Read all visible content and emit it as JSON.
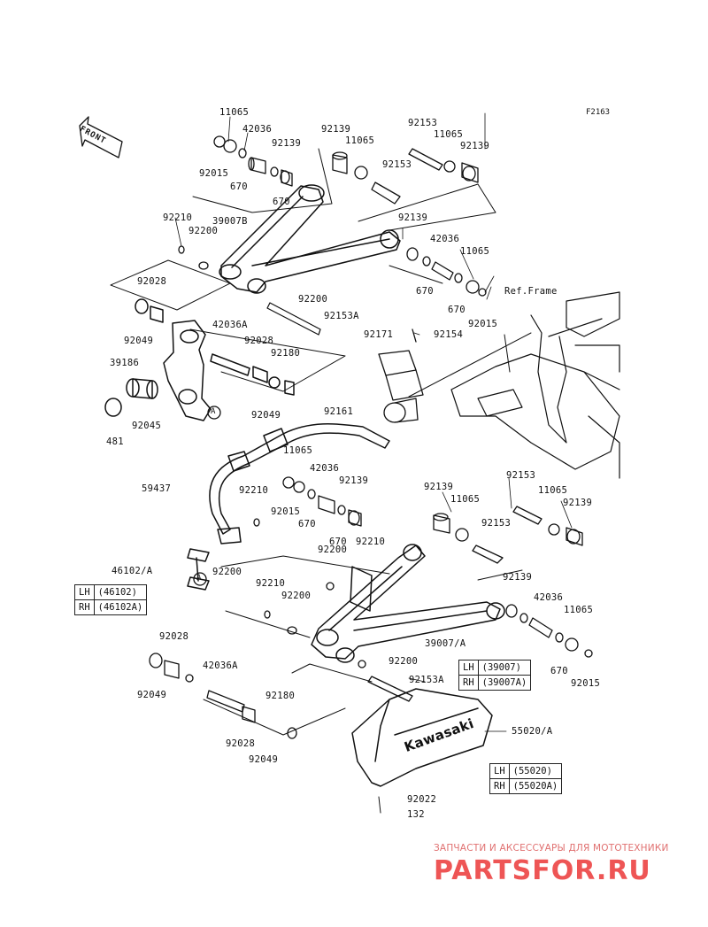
{
  "figure_code": "F2163",
  "front_label": "FRONT",
  "frame_ref": "Ref.Frame",
  "brand": "Kawasaki",
  "labels": [
    {
      "id": "l1",
      "text": "11065"
    },
    {
      "id": "l2",
      "text": "42036"
    },
    {
      "id": "l3",
      "text": "92139"
    },
    {
      "id": "l4",
      "text": "92139"
    },
    {
      "id": "l5",
      "text": "11065"
    },
    {
      "id": "l6",
      "text": "92153"
    },
    {
      "id": "l7",
      "text": "11065"
    },
    {
      "id": "l8",
      "text": "92139"
    },
    {
      "id": "l9",
      "text": "92153"
    },
    {
      "id": "l10",
      "text": "92015"
    },
    {
      "id": "l11",
      "text": "670"
    },
    {
      "id": "l12",
      "text": "670"
    },
    {
      "id": "l13",
      "text": "92210"
    },
    {
      "id": "l14",
      "text": "39007B"
    },
    {
      "id": "l15",
      "text": "92139"
    },
    {
      "id": "l16",
      "text": "92200"
    },
    {
      "id": "l17",
      "text": "42036"
    },
    {
      "id": "l18",
      "text": "11065"
    },
    {
      "id": "l19",
      "text": "92028"
    },
    {
      "id": "l20",
      "text": "92200"
    },
    {
      "id": "l21",
      "text": "670"
    },
    {
      "id": "l22",
      "text": "670"
    },
    {
      "id": "l23",
      "text": "92015"
    },
    {
      "id": "l24",
      "text": "92153A"
    },
    {
      "id": "l25",
      "text": "42036A"
    },
    {
      "id": "l26",
      "text": "92049"
    },
    {
      "id": "l27",
      "text": "92028"
    },
    {
      "id": "l28",
      "text": "92180"
    },
    {
      "id": "l29",
      "text": "92171"
    },
    {
      "id": "l30",
      "text": "92154"
    },
    {
      "id": "l31",
      "text": "39186"
    },
    {
      "id": "l32",
      "text": "92049"
    },
    {
      "id": "l33",
      "text": "92045"
    },
    {
      "id": "l34",
      "text": "481"
    },
    {
      "id": "l35",
      "text": "92161"
    },
    {
      "id": "l36",
      "text": "11065"
    },
    {
      "id": "l37",
      "text": "42036"
    },
    {
      "id": "l38",
      "text": "92139"
    },
    {
      "id": "l39",
      "text": "59437"
    },
    {
      "id": "l40",
      "text": "92210"
    },
    {
      "id": "l41",
      "text": "92015"
    },
    {
      "id": "l42",
      "text": "670"
    },
    {
      "id": "l43",
      "text": "92139"
    },
    {
      "id": "l44",
      "text": "11065"
    },
    {
      "id": "l45",
      "text": "92153"
    },
    {
      "id": "l46",
      "text": "11065"
    },
    {
      "id": "l47",
      "text": "92139"
    },
    {
      "id": "l48",
      "text": "670"
    },
    {
      "id": "l49",
      "text": "92210"
    },
    {
      "id": "l50",
      "text": "92153"
    },
    {
      "id": "l51",
      "text": "46102/A"
    },
    {
      "id": "l52",
      "text": "92200"
    },
    {
      "id": "l53",
      "text": "92200"
    },
    {
      "id": "l54",
      "text": "92139"
    },
    {
      "id": "l55",
      "text": "92210"
    },
    {
      "id": "l56",
      "text": "92200"
    },
    {
      "id": "l57",
      "text": "42036"
    },
    {
      "id": "l58",
      "text": "11065"
    },
    {
      "id": "l59",
      "text": "92028"
    },
    {
      "id": "l60",
      "text": "39007/A"
    },
    {
      "id": "l61",
      "text": "42036A"
    },
    {
      "id": "l62",
      "text": "92200"
    },
    {
      "id": "l63",
      "text": "92049"
    },
    {
      "id": "l64",
      "text": "92153A"
    },
    {
      "id": "l65",
      "text": "670"
    },
    {
      "id": "l66",
      "text": "92015"
    },
    {
      "id": "l67",
      "text": "92180"
    },
    {
      "id": "l68",
      "text": "55020/A"
    },
    {
      "id": "l69",
      "text": "92028"
    },
    {
      "id": "l70",
      "text": "92049"
    },
    {
      "id": "l71",
      "text": "92022"
    },
    {
      "id": "l72",
      "text": "132"
    }
  ],
  "callout_letter": "A",
  "tables": [
    {
      "rows": [
        {
          "side": "LH",
          "part": "(46102)"
        },
        {
          "side": "RH",
          "part": "(46102A)"
        }
      ]
    },
    {
      "rows": [
        {
          "side": "LH",
          "part": "(39007)"
        },
        {
          "side": "RH",
          "part": "(39007A)"
        }
      ]
    },
    {
      "rows": [
        {
          "side": "LH",
          "part": "(55020)"
        },
        {
          "side": "RH",
          "part": "(55020A)"
        }
      ]
    }
  ],
  "watermark": {
    "line1": "ЗАПЧАСТИ И АКСЕССУАРЫ ДЛЯ МОТОТЕХНИКИ",
    "line2": "PARTSFOR.RU"
  }
}
